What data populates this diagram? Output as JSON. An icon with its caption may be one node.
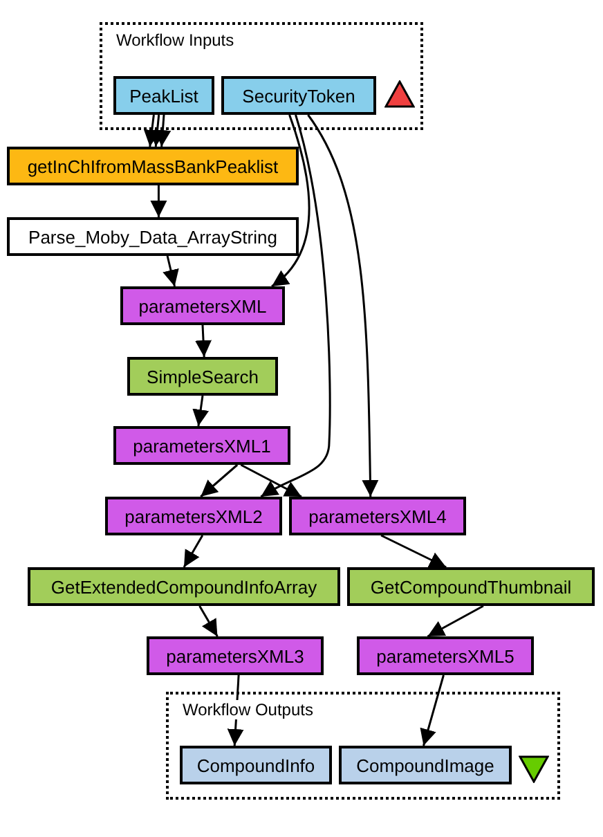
{
  "diagram": {
    "nodes": [
      {
        "text": [
          "Workflow Inputs"
        ]
      },
      {
        "text": [
          "PeakList"
        ],
        "in": 0
      },
      {
        "text": [
          "SecurityToken"
        ],
        "in": 0
      },
      {
        "text": [
          "getInChIfromMassBankPeaklist"
        ]
      },
      {
        "text": [
          "Parse_Moby_Data_ArrayString"
        ]
      },
      {
        "text": [
          "parametersXML"
        ]
      },
      {
        "text": [
          "SimpleSearch"
        ]
      },
      {
        "text": [
          "parametersXML1"
        ]
      },
      {
        "text": [
          "parametersXML2"
        ]
      },
      {
        "text": [
          "parametersXML4"
        ]
      },
      {
        "text": [
          "GetExtendedCompoundInfoArray"
        ]
      },
      {
        "text": [
          "GetCompoundThumbnail"
        ]
      },
      {
        "text": [
          "parametersXML3"
        ]
      },
      {
        "text": [
          "parametersXML5"
        ]
      },
      {
        "text": [
          "Workflow Outputs"
        ]
      },
      {
        "text": [
          "CompoundInfo"
        ],
        "in": 14
      },
      {
        "text": [
          "CompoundImage"
        ],
        "in": 14
      }
    ],
    "edges": [
      {
        "from": 1,
        "to": 3,
        "arrow": "to"
      },
      {
        "from": 1,
        "to": 3,
        "arrow": "to"
      },
      {
        "from": 1,
        "to": 3,
        "arrow": "to"
      },
      {
        "from": 3,
        "to": 4,
        "arrow": "to"
      },
      {
        "from": 4,
        "to": 5,
        "arrow": "to"
      },
      {
        "from": 2,
        "to": 5,
        "arrow": "to"
      },
      {
        "from": 2,
        "to": 8,
        "arrow": "to"
      },
      {
        "from": 2,
        "to": 9,
        "arrow": "to"
      },
      {
        "from": 5,
        "to": 6,
        "arrow": "to"
      },
      {
        "from": 6,
        "to": 7,
        "arrow": "to"
      },
      {
        "from": 7,
        "to": 8,
        "arrow": "to"
      },
      {
        "from": 7,
        "to": 9,
        "arrow": "to"
      },
      {
        "from": 8,
        "to": 10,
        "arrow": "to"
      },
      {
        "from": 9,
        "to": 11,
        "arrow": "to"
      },
      {
        "from": 10,
        "to": 12,
        "arrow": "to"
      },
      {
        "from": 11,
        "to": 13,
        "arrow": "to"
      },
      {
        "from": 12,
        "to": 15,
        "arrow": "to"
      },
      {
        "from": 13,
        "to": 16,
        "arrow": "to"
      }
    ]
  }
}
